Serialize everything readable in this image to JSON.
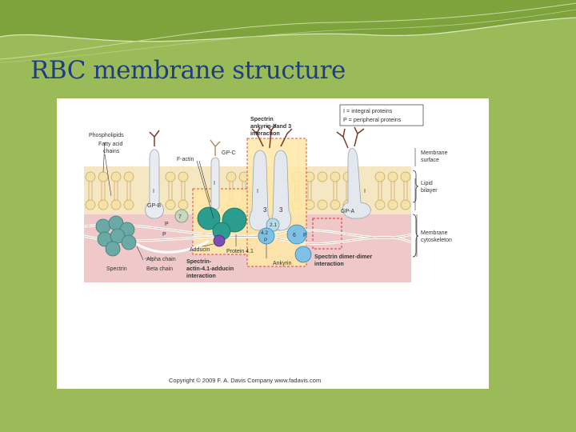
{
  "slide": {
    "title": "RBC membrane structure",
    "colors": {
      "background": "#9bbb59",
      "title": "#1f3d86",
      "lipid_bilayer": "#f6e7c3",
      "cytoskeleton_zone": "#efc9c9",
      "highlight_box": "#ffe8a6",
      "highlight_border": "#e03030",
      "teal_protein": "#2a9d8f",
      "blue_protein": "#7ec0e6",
      "purple_protein": "#7b4fb3"
    }
  },
  "figure": {
    "legend": {
      "integral": "I = integral proteins",
      "peripheral": "P = peripheral proteins"
    },
    "left_labels": {
      "phospholipids": "Phospholipids",
      "fatty_acid": "Fatty acid",
      "chains": "chains"
    },
    "gp_b": "GP-B",
    "gp_c": "GP-C",
    "gp_a": "GP-A",
    "f_actin": "F-actin",
    "integral_mark": "I",
    "peripheral_mark": "P",
    "band3": "3",
    "protein_7": "7",
    "protein_2_1": "2.1",
    "protein_4_2": "4.2",
    "protein_6": "6",
    "spectrin_ankyrin_title": [
      "Spectrin",
      "ankyrin-band 3",
      "interaction"
    ],
    "right_labels": {
      "membrane": "Membrane",
      "surface": "surface",
      "lipid": "Lipid",
      "bilayer": "bilayer",
      "membrane2": "Membrane",
      "cytoskeleton": "cytoskeleton"
    },
    "bottom_labels": {
      "adducin": "Adducin",
      "protein41": "Protein 4.1",
      "ankyrin": "Ankyrin",
      "alpha": "Alpha chain",
      "beta": "Beta chain",
      "spectrin": "Spectrin"
    },
    "spectrin_actin_title": [
      "Spectrin-",
      "actin-4.1-adducin",
      "interaction"
    ],
    "dimer_title": [
      "Spectrin dimer-dimer",
      "interaction"
    ],
    "copyright": "Copyright © 2009   F. A. Davis Company      www.fadavis.com"
  }
}
